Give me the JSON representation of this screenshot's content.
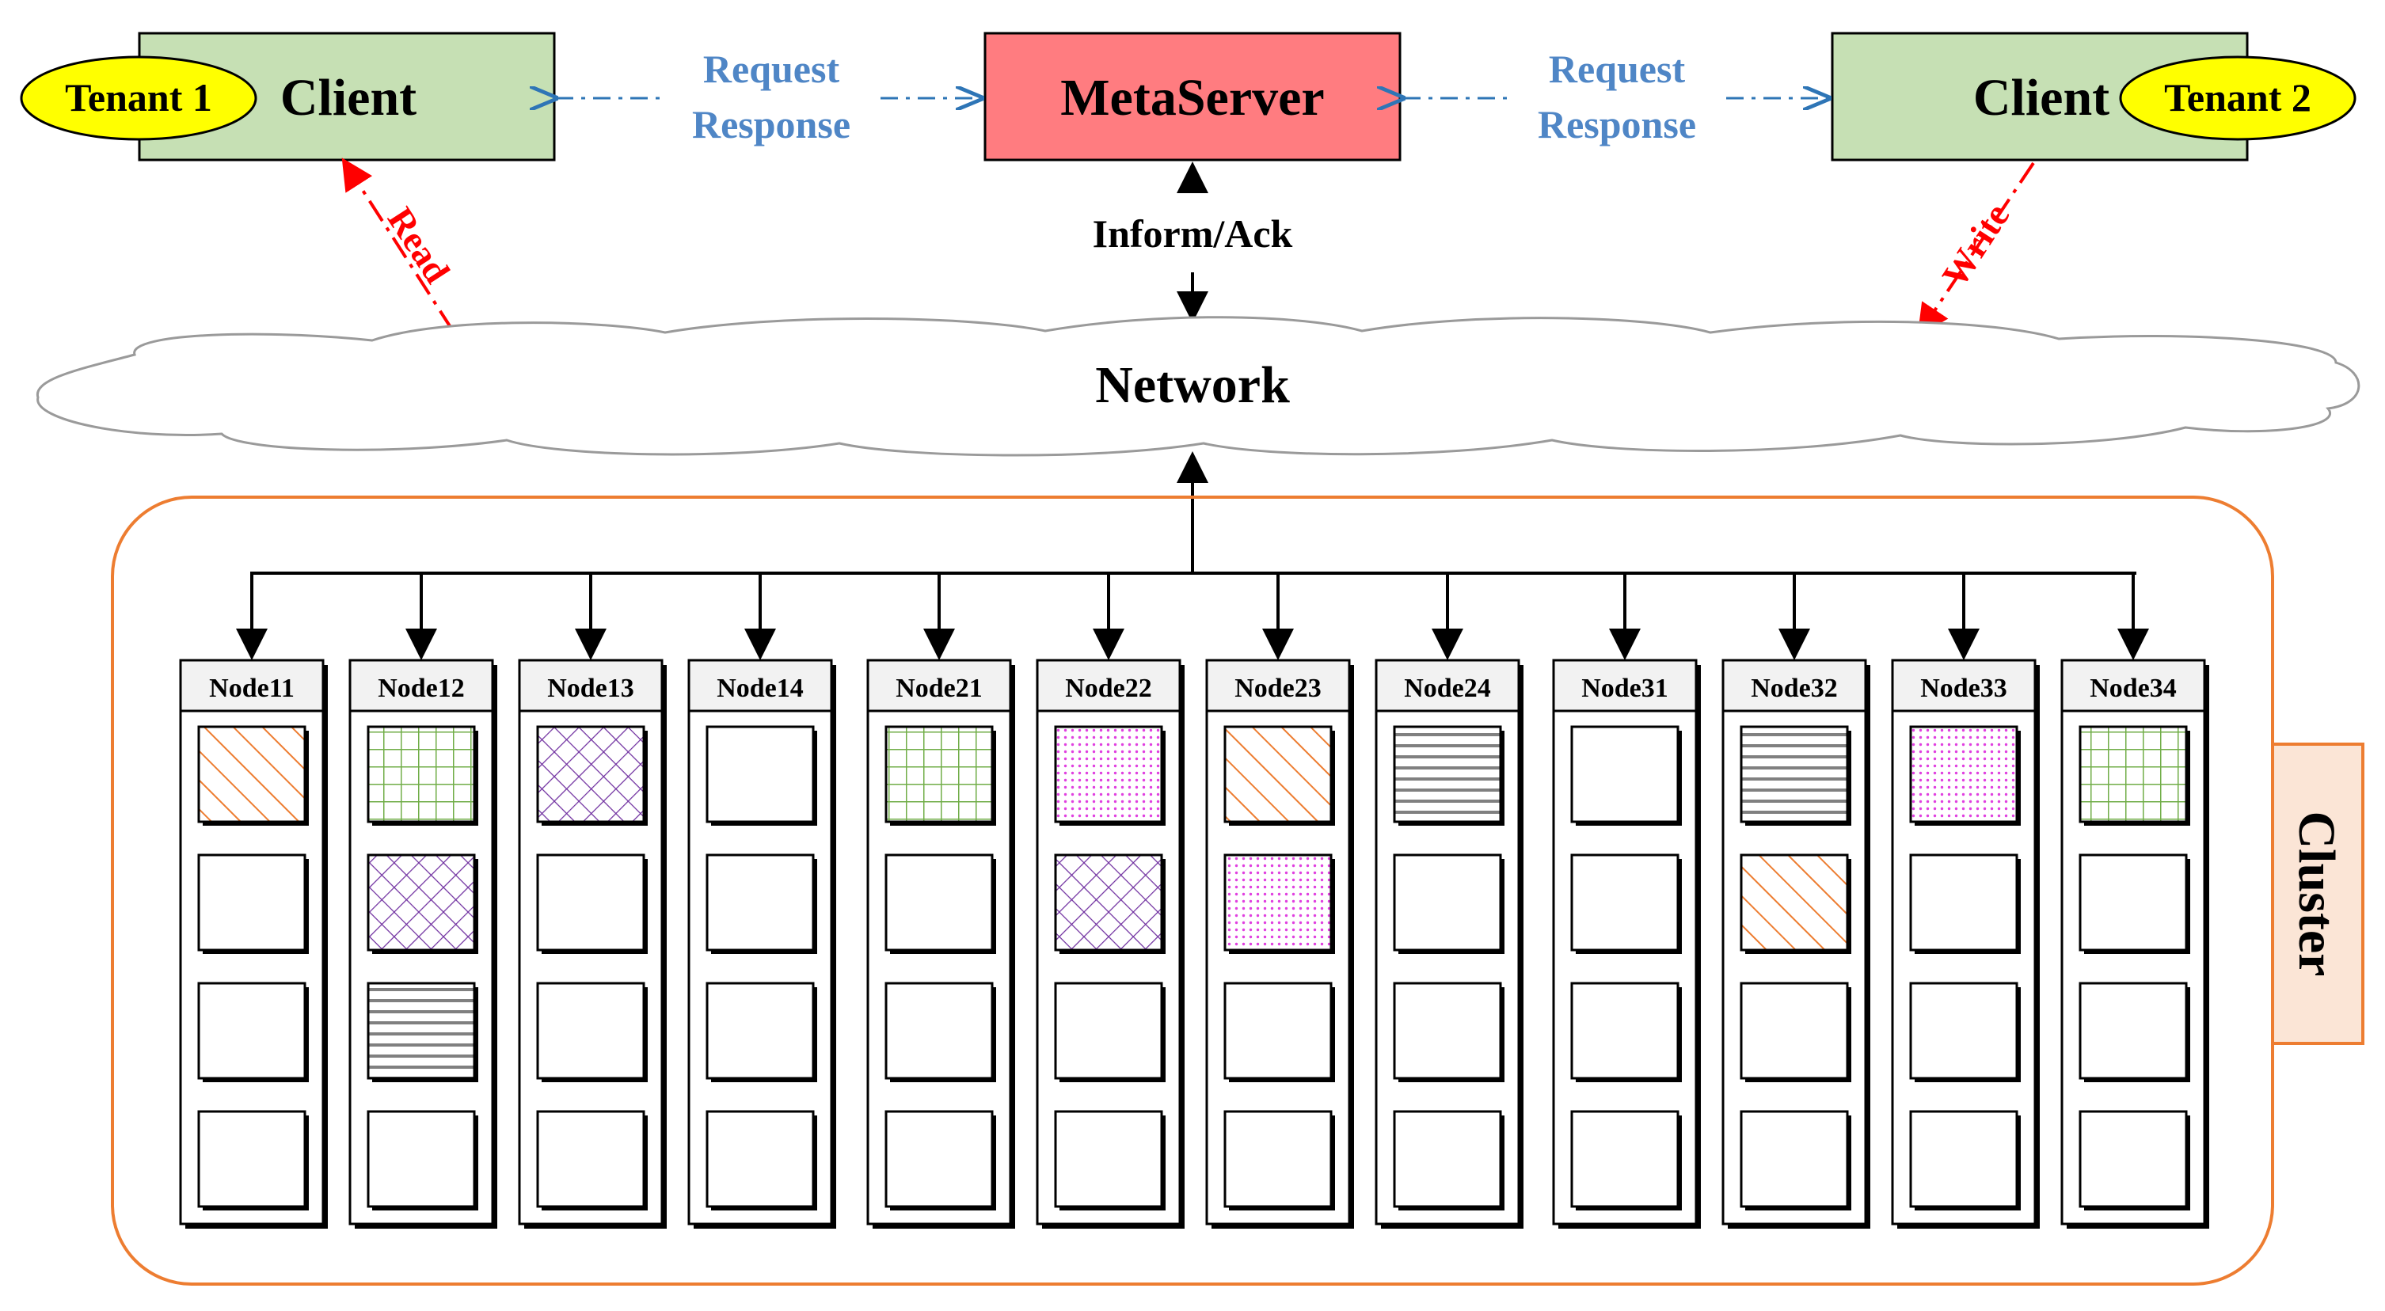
{
  "colors": {
    "client_fill": "#c6e0b4",
    "metaserver_fill": "#ff7c80",
    "tenant_fill": "#ffff00",
    "link_blue": "#2e75b6",
    "text_blue": "#4f86c6",
    "rw_red": "#ff0000",
    "cluster_orange": "#ed7d31",
    "cluster_tab_fill": "#fbe5d6",
    "node_header_fill": "#f2f2f2",
    "pattern_diagonal": "#ed7d31",
    "pattern_grid": "#70ad47",
    "pattern_lattice": "#7030a0",
    "pattern_dots": "#e040e0",
    "pattern_stripes": "#808080"
  },
  "clients": [
    {
      "label": "Client",
      "tenant": "Tenant 1"
    },
    {
      "label": "Client",
      "tenant": "Tenant 2"
    }
  ],
  "metaserver": {
    "label": "MetaServer"
  },
  "links": {
    "left": {
      "request": "Request",
      "response": "Response"
    },
    "right": {
      "request": "Request",
      "response": "Response"
    },
    "inform": "Inform/Ack",
    "read": "Read",
    "write": "Write"
  },
  "network": {
    "label": "Network"
  },
  "cluster": {
    "label": "Cluster",
    "nodes": [
      {
        "name": "Node11",
        "blocks": [
          "diagonal",
          "empty",
          "empty",
          "empty"
        ]
      },
      {
        "name": "Node12",
        "blocks": [
          "grid",
          "lattice",
          "stripes",
          "empty"
        ]
      },
      {
        "name": "Node13",
        "blocks": [
          "lattice",
          "empty",
          "empty",
          "empty"
        ]
      },
      {
        "name": "Node14",
        "blocks": [
          "empty",
          "empty",
          "empty",
          "empty"
        ]
      },
      {
        "name": "Node21",
        "blocks": [
          "grid",
          "empty",
          "empty",
          "empty"
        ]
      },
      {
        "name": "Node22",
        "blocks": [
          "dots",
          "lattice",
          "empty",
          "empty"
        ]
      },
      {
        "name": "Node23",
        "blocks": [
          "diagonal",
          "dots",
          "empty",
          "empty"
        ]
      },
      {
        "name": "Node24",
        "blocks": [
          "stripes",
          "empty",
          "empty",
          "empty"
        ]
      },
      {
        "name": "Node31",
        "blocks": [
          "empty",
          "empty",
          "empty",
          "empty"
        ]
      },
      {
        "name": "Node32",
        "blocks": [
          "stripes",
          "diagonal",
          "empty",
          "empty"
        ]
      },
      {
        "name": "Node33",
        "blocks": [
          "dots",
          "empty",
          "empty",
          "empty"
        ]
      },
      {
        "name": "Node34",
        "blocks": [
          "grid",
          "empty",
          "empty",
          "empty"
        ]
      }
    ]
  }
}
